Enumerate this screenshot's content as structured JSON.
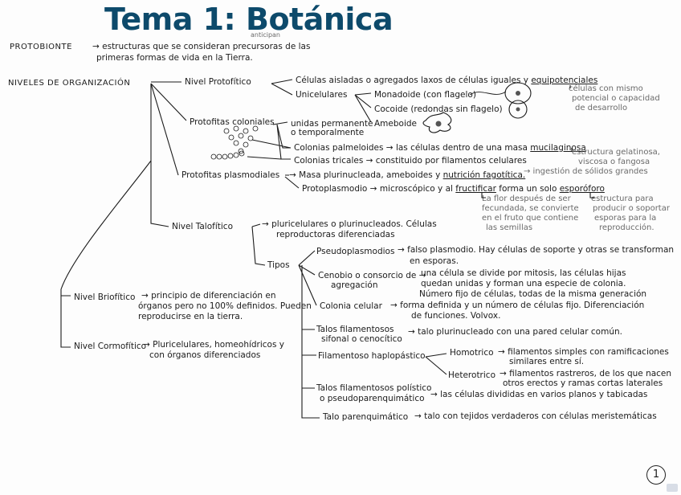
{
  "title": "Tema 1: Botánica",
  "annotation_anticipan": "anticipan",
  "protobionte": {
    "term": "PROTOBIONTE",
    "def1": "→ estructuras que se consideran precursoras de las",
    "def2": "primeras formas de vida en la Tierra."
  },
  "niveles": {
    "label": "NIVELES DE ORGANIZACIÓN"
  },
  "protofitico": {
    "label": "Nivel Protofítico",
    "celulas": "Células aisladas o agregados laxos de células iguales y ",
    "equipotenciales": "equipotenciales",
    "equip_note": [
      "células con mismo",
      "potencial o capacidad",
      "de desarrollo"
    ],
    "unicelulares": "Unicelulares",
    "monadoide": "Monadoide (con flagelo)",
    "cocoide": "Cocoide (redondas sin flagelo)",
    "ameboide": "Ameboide"
  },
  "coloniales": {
    "label": "Protofitas coloniales",
    "unidas": [
      "unidas permanente",
      "o temporalmente"
    ],
    "palmeloides": "Colonias palmeloides → las células dentro de una masa ",
    "mucilaginosa": "mucilaginosa",
    "muc_note": [
      "estructura gelatinosa,",
      "viscosa o fangosa"
    ],
    "tricales": "Colonias tricales → constituido por filamentos celulares"
  },
  "plasmodiales": {
    "label": "Protofitas plasmodiales",
    "masa": "→ Masa plurinucleada, ameboides y ",
    "nutricion": "nutrición fagotítica.",
    "nutricion_note": "→ ingestión de sólidos grandes",
    "protoplasmodio": "Protoplasmodio → microscópico y al ",
    "fructificar": "fructificar",
    "forma": " forma un solo ",
    "esporoforo": "esporóforo",
    "fruct_note": [
      "La flor después de ser",
      "fecundada, se convierte",
      "en el fruto que contiene",
      "las semillas"
    ],
    "espor_note": [
      "estructura para",
      "producir o soportar",
      "esporas para la",
      "reproducción."
    ]
  },
  "talofitico": {
    "label": "Nivel Talofítico",
    "def": [
      "→ pluricelulares o plurinucleados. Células",
      "reproductoras diferenciadas"
    ],
    "tipos_label": "Tipos",
    "tipos": [
      {
        "name": [
          "Pseudoplasmodios"
        ],
        "def": [
          "→ falso plasmodio. Hay células de soporte y otras se transforman",
          "en esporas."
        ]
      },
      {
        "name": [
          "Cenobio o consorcio de →",
          "agregación"
        ],
        "def": [
          "una célula se divide por mitosis, las células hijas",
          "quedan unidas y forman una especie de colonia.",
          "Número fijo de células, todas de la misma generación"
        ]
      },
      {
        "name": [
          "Colonia celular"
        ],
        "def": [
          "→ forma definida y un número de células fijo. Diferenciación",
          "de funciones. Volvox."
        ]
      },
      {
        "name": [
          "Talos filamentosos",
          "sifonal o cenocítico"
        ],
        "def": [
          "→ talo plurinucleado con una pared celular común."
        ]
      },
      {
        "name": [
          "Filamentoso haplopástico"
        ],
        "def": []
      },
      {
        "name": [
          "Talos filamentosos polístico",
          "o pseudoparenquimático"
        ],
        "def": [
          "→ las células divididas en varios planos y tabicadas"
        ]
      },
      {
        "name": [
          "Talo parenquimático"
        ],
        "def": [
          "→ talo con tejidos verdaderos con células meristemáticas"
        ]
      }
    ],
    "homotrico": {
      "label": "Homotrico",
      "def": [
        "→ filamentos simples con ramificaciones",
        "similares entre sí."
      ]
    },
    "heterotrico": {
      "label": "Heterotrico",
      "def": [
        "→ filamentos rastreros, de los que nacen",
        "otros erectos y ramas cortas laterales"
      ]
    }
  },
  "briofitico": {
    "label": "Nivel Briofítico",
    "def": [
      "→ principio de diferenciación en",
      "órganos pero no 100% definidos. Pueden",
      "reproducirse en la tierra."
    ]
  },
  "cormofitico": {
    "label": "Nivel Cormofítico",
    "def": [
      "→ Pluricelulares, homeohídricos y",
      "con órganos diferenciados"
    ]
  },
  "page_number": "1",
  "colors": {
    "title": "#0d4a6b",
    "ink": "#1b1b1b",
    "notes": "#6a6a6a"
  }
}
